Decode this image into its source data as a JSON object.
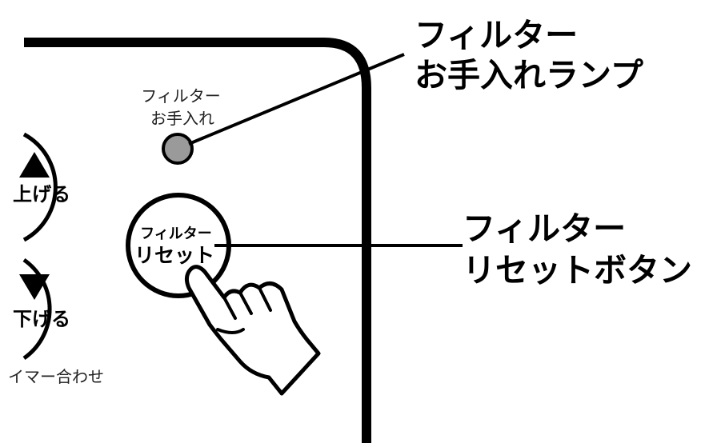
{
  "panel": {
    "up_label": "上げる",
    "down_label": "下げる",
    "timer_label": "イマー合わせ",
    "lamp_label_line1": "フィルター",
    "lamp_label_line2": "お手入れ",
    "reset_button_line1": "フィルター",
    "reset_button_line2": "リセット"
  },
  "callouts": {
    "lamp_line1": "フィルター",
    "lamp_line2": "お手入れランプ",
    "button_line1": "フィルター",
    "button_line2": "リセットボタン"
  },
  "icons": {
    "up": "triangle-up-icon",
    "down": "triangle-down-icon",
    "hand": "pointing-hand-icon"
  },
  "colors": {
    "outline": "#000000",
    "lamp_fill": "#9a9a9a",
    "background": "#ffffff"
  }
}
